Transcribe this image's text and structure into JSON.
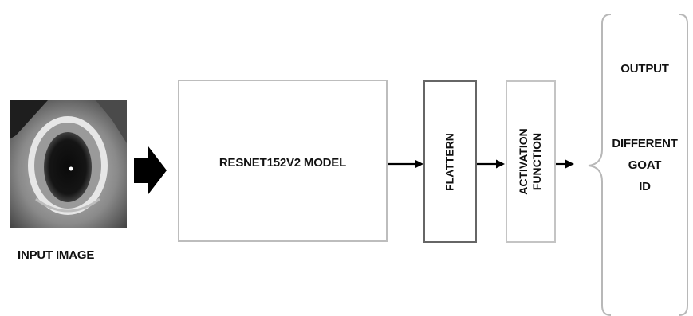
{
  "diagram": {
    "input_label": "INPUT IMAGE",
    "model_label": "RESNET152V2 MODEL",
    "flatten_label": "FLATTERN",
    "activation_line1": "ACTIVATION",
    "activation_line2": "FUNCTION",
    "output_title": "OUTPUT",
    "output_line1": "DIFFERENT",
    "output_line2": "GOAT",
    "output_line3": "ID"
  }
}
